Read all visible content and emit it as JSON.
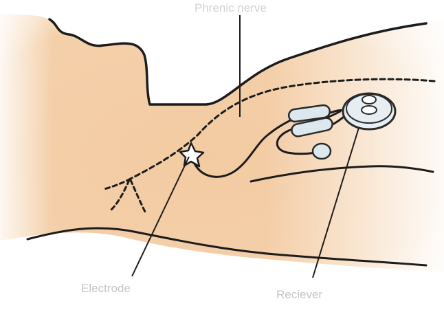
{
  "labels": {
    "phrenic_nerve": "Phrenic nerve",
    "electrode": "Electrode",
    "receiver": "Reciever"
  },
  "colors": {
    "skin": "#f2caa0",
    "skin_light": "#f7dcbd",
    "outline": "#1c1c1c",
    "device_fill": "#dde8ee",
    "device_stroke": "#2a2a2a",
    "label_text": "#c4c4c4"
  }
}
